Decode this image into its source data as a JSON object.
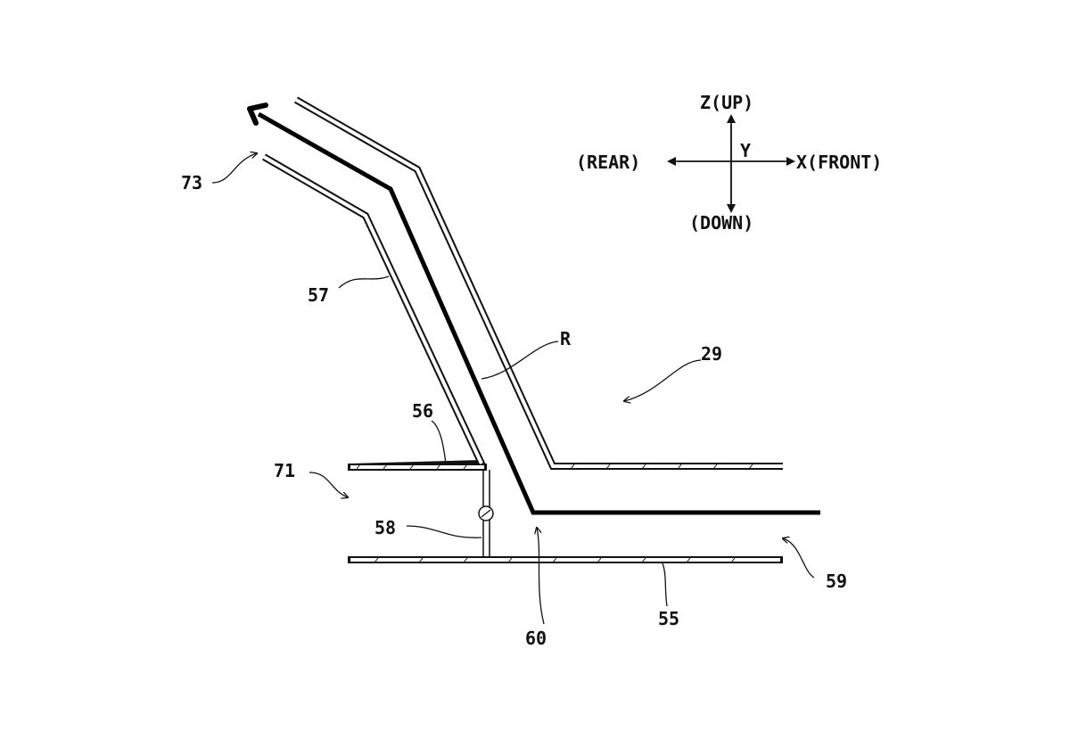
{
  "figure": {
    "labels": {
      "l73": "73",
      "l57": "57",
      "l56": "56",
      "l71": "71",
      "l58": "58",
      "l60": "60",
      "l55": "55",
      "l59": "59",
      "l29": "29",
      "lR": "R"
    },
    "compass": {
      "up": "Z(UP)",
      "down": "(DOWN)",
      "rear": "(REAR)",
      "front": "X(FRONT)",
      "y": "Y"
    }
  }
}
